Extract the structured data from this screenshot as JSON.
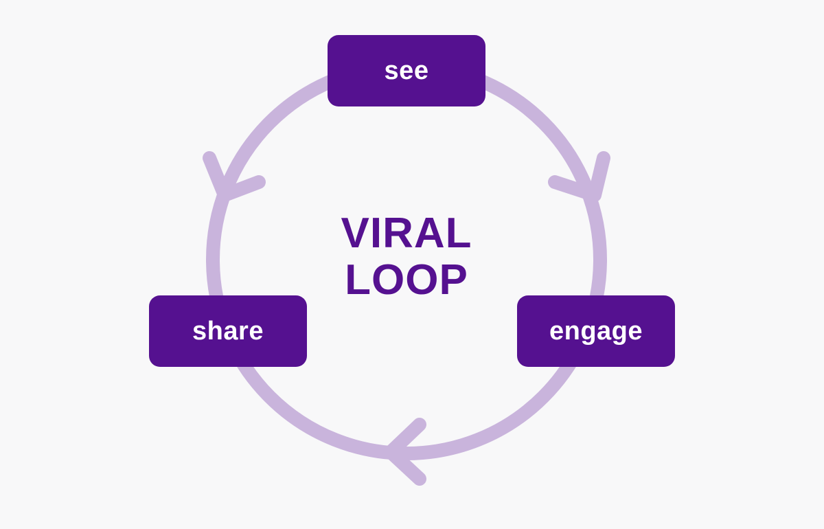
{
  "title": {
    "line1": "VIRAL",
    "line2": "LOOP"
  },
  "nodes": {
    "see": "see",
    "engage": "engage",
    "share": "share"
  },
  "colors": {
    "node_fill": "#551190",
    "title_text": "#551190",
    "loop_stroke": "#c9b4dc",
    "background": "#f8f8f9"
  },
  "icons": {
    "arrow_top_right": "arrowhead-icon",
    "arrow_bottom": "arrowhead-icon",
    "arrow_top_left": "arrowhead-icon"
  }
}
